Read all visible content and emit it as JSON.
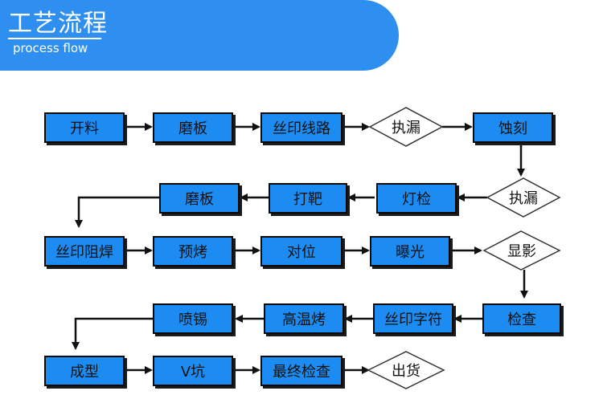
{
  "header": {
    "title": "工艺流程",
    "subtitle": "process flow"
  },
  "steps": {
    "s1": "开料",
    "s2": "磨板",
    "s3": "丝印线路",
    "s4": "执漏",
    "s5": "蚀刻",
    "s6": "执漏",
    "s7": "灯检",
    "s8": "打靶",
    "s9": "磨板",
    "s10": "丝印阻焊",
    "s11": "预烤",
    "s12": "对位",
    "s13": "曝光",
    "s14": "显影",
    "s15": "检查",
    "s16": "丝印字符",
    "s17": "高温烤",
    "s18": "喷锡",
    "s19": "成型",
    "s20": "V坑",
    "s21": "最终检查",
    "s22": "出货"
  },
  "colors": {
    "banner": "#2f8ff0",
    "box": "#1c8cf2",
    "border": "#0a0a0a"
  }
}
